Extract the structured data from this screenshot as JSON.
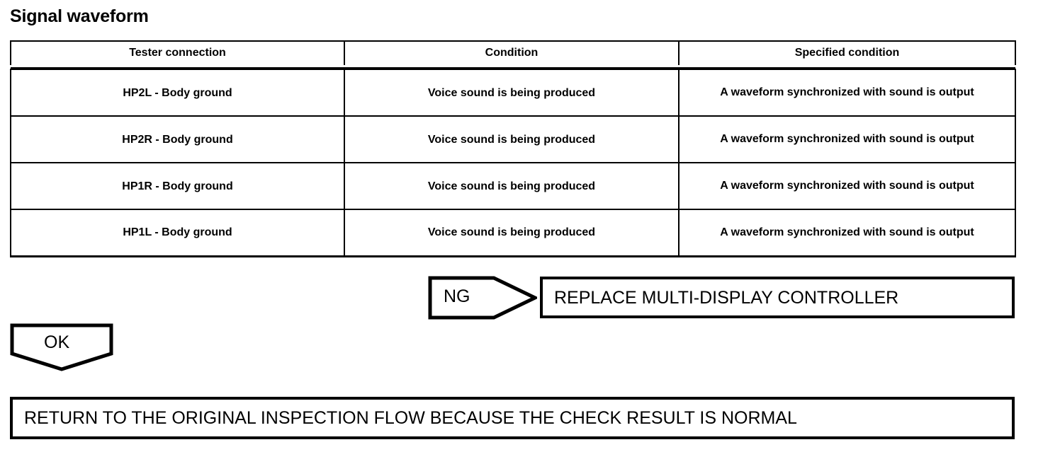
{
  "page": {
    "title": "Signal waveform"
  },
  "table": {
    "columns": [
      "Tester connection",
      "Condition",
      "Specified condition"
    ],
    "rows": [
      {
        "connection": "HP2L - Body ground",
        "condition": "Voice sound is being produced",
        "specified": "A waveform synchronized with sound is output"
      },
      {
        "connection": "HP2R - Body ground",
        "condition": "Voice sound is being produced",
        "specified": "A waveform synchronized with sound is output"
      },
      {
        "connection": "HP1R - Body ground",
        "condition": "Voice sound is being produced",
        "specified": "A waveform synchronized with sound is output"
      },
      {
        "connection": "HP1L - Body ground",
        "condition": "Voice sound is being produced",
        "specified": "A waveform synchronized with sound is output"
      }
    ]
  },
  "flow": {
    "ng_label": "NG",
    "ng_action": "REPLACE MULTI-DISPLAY CONTROLLER",
    "ok_label": "OK",
    "ok_action": "RETURN TO THE ORIGINAL INSPECTION FLOW BECAUSE THE CHECK RESULT IS NORMAL"
  },
  "colors": {
    "ink": "#000000",
    "paper": "#ffffff"
  }
}
